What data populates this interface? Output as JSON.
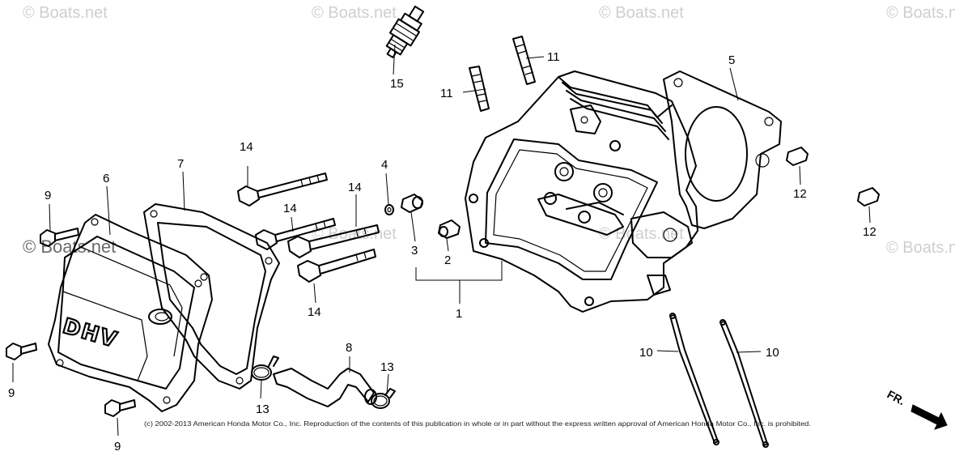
{
  "watermarks": [
    "© Boats.net",
    "© Boats.net",
    "© Boats.net",
    "© Boats.net",
    "© Boats.net",
    "© Boats.net",
    "© Boats.net",
    "© Boats.net"
  ],
  "callouts": {
    "c1": "1",
    "c2": "2",
    "c3": "3",
    "c4": "4",
    "c5": "5",
    "c6": "6",
    "c7": "7",
    "c8": "8",
    "c9a": "9",
    "c9b": "9",
    "c9c": "9",
    "c10a": "10",
    "c10b": "10",
    "c11a": "11",
    "c11b": "11",
    "c12a": "12",
    "c12b": "12",
    "c13a": "13",
    "c13b": "13",
    "c14a": "14",
    "c14b": "14",
    "c14c": "14",
    "c14d": "14",
    "c15": "15"
  },
  "cover_marking": "DHV",
  "direction_label": "FR.",
  "copyright": "(c) 2002-2013 American Honda Motor Co., Inc. Reproduction of the contents of this publication in whole or in part without the express written approval of American Honda Motor Co., Inc. is prohibited."
}
